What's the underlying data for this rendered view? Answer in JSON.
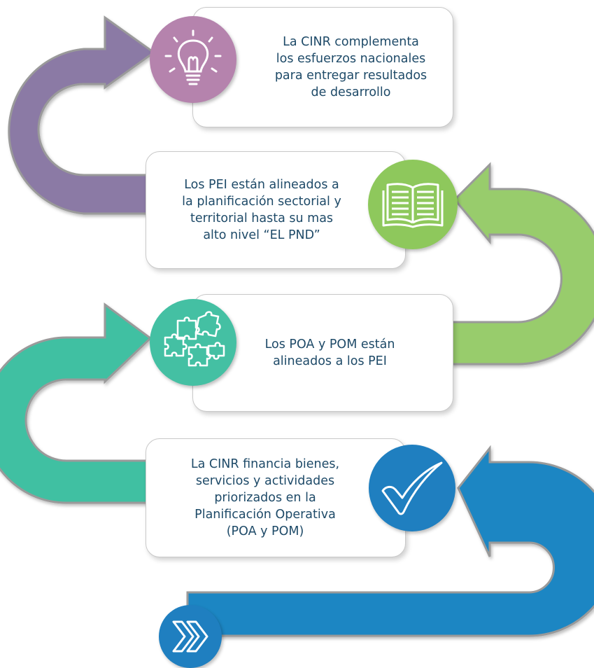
{
  "colors": {
    "purple": "#8b7aa5",
    "green": "#98cc6c",
    "teal": "#3fc0a2",
    "blue": "#1f86c3",
    "bulb_circle": "#b583ad",
    "book_circle": "#8ec85c",
    "puzzle_circle": "#44c0a3",
    "check_circle": "#1f7fc0",
    "chevron_circle": "#1f7fc0",
    "text": "#1e4a68"
  },
  "steps": [
    {
      "text": "La CINR complementa\nlos esfuerzos nacionales\npara entregar resultados\nde desarrollo",
      "icon": "lightbulb-icon"
    },
    {
      "text": "Los PEI están alineados a\nla planificación sectorial y\nterritorial hasta su mas\nalto nivel “EL PND”",
      "icon": "open-book-icon"
    },
    {
      "text": "Los POA y POM están\nalineados a los PEI",
      "icon": "puzzle-icon"
    },
    {
      "text": "La CINR financia bienes,\nservicios y actividades\npriorizados en la\nPlanificación Operativa\n(POA y POM)",
      "icon": "checkmark-icon"
    }
  ],
  "start_icon": "double-chevron-right-icon"
}
